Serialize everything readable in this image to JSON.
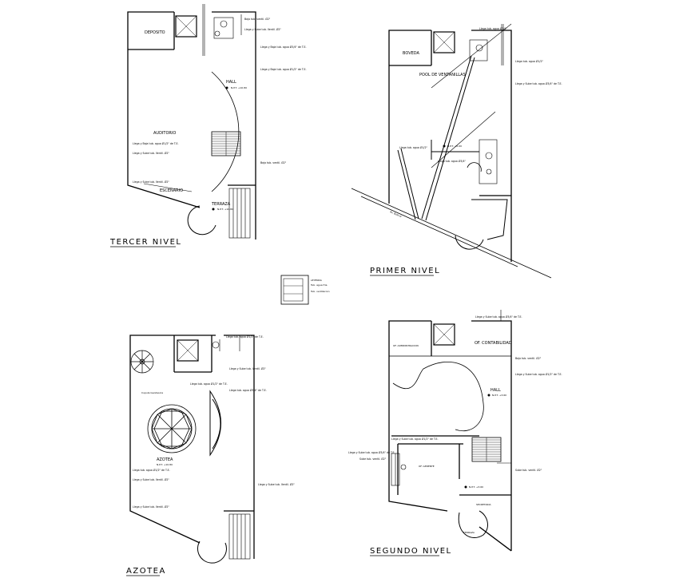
{
  "sheet": {
    "plans": [
      {
        "title": "TERCER NIVEL",
        "rooms": [
          "DEPOSITO",
          "HALL",
          "AUDITORIO",
          "ESCENARIO",
          "TERRAZA"
        ],
        "notes": [
          "Llega y Baja tub. agua Ø1/2\" de T.E.",
          "Llega y Sube tub. Ventil. Ø2\"",
          "Llega y Baja tub. agua Ø3/4\" de T.E.",
          "Baja tub. ventil. Ø2\""
        ]
      },
      {
        "title": "PRIMER NIVEL",
        "rooms": [
          "BOVEDA",
          "POOL DE VENTANILLAS",
          "Av. Bolivar"
        ],
        "notes": [
          "Llega tub. agua Ø1/2\"",
          "Llega y Sube tub. agua Ø3/4\" de T.E.",
          "Llega tub. agua Ø3/4\""
        ]
      },
      {
        "title": "AZOTEA",
        "rooms": [
          "AZOTEA",
          "Cupula Geodesica"
        ],
        "notes": [
          "Llega tub. agua Ø1/2\" de T.E.",
          "Llega tub. agua Ø3/4\" de T.E.",
          "Llega y Sube tub. Ventil. Ø2\""
        ]
      },
      {
        "title": "SEGUNDO NIVEL",
        "rooms": [
          "OF. ADMINISTRACION",
          "OF. CONTABILIDAD",
          "HALL",
          "OF. GERENTE",
          "SECRETARIA",
          "TERRAZA"
        ],
        "notes": [
          "Llega y Sube tub. agua Ø3/4\" de T.E.",
          "Llega y Sube tub. agua Ø1/2\" de T.E.",
          "Sube tub. ventil. Ø2\"",
          "Baja tub. ventil. Ø2\""
        ]
      }
    ],
    "legend": {
      "title": "LEYENDA",
      "items": [
        "Tub. agua fria",
        "Tub. ventilacion"
      ]
    },
    "level_marks": [
      "N.P.T. +0.00",
      "N.P.T. +3.60",
      "N.P.T. +7.20",
      "N.P.T. +10.80"
    ],
    "colors": {
      "line": "#000000",
      "background": "#ffffff"
    }
  }
}
